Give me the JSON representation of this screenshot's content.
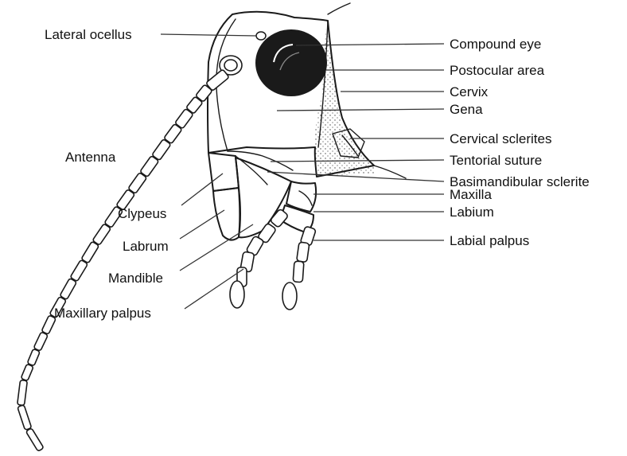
{
  "labels": {
    "lateral_ocellus": "Lateral ocellus",
    "compound_eye": "Compound eye",
    "postocular_area": "Postocular area",
    "cervix": "Cervix",
    "gena": "Gena",
    "cervical_sclerites": "Cervical sclerites",
    "antenna": "Antenna",
    "tentorial_suture": "Tentorial suture",
    "basimandibular_sclerite": "Basimandibular sclerite",
    "maxilla": "Maxilla",
    "clypeus": "Clypeus",
    "labium": "Labium",
    "labrum": "Labrum",
    "labial_palpus": "Labial palpus",
    "mandible": "Mandible",
    "maxillary_palpus": "Maxillary palpus"
  }
}
